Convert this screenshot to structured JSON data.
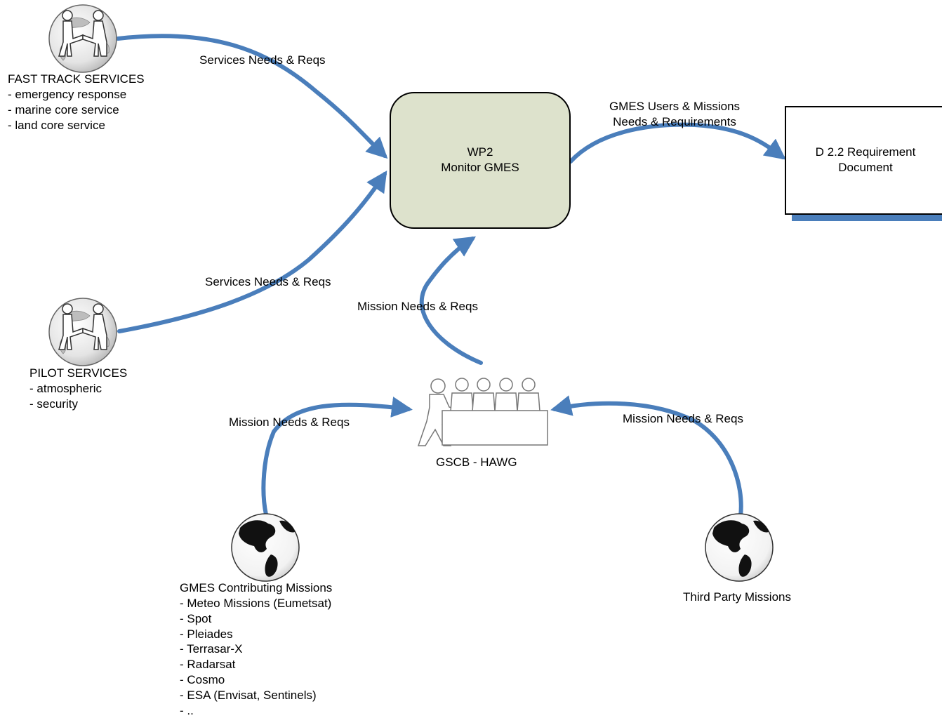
{
  "colors": {
    "arrow": "#4a7ebb",
    "process_fill": "#dde2cc",
    "outline": "#000000"
  },
  "icons": {
    "fast_track": "handshake-globe-icon",
    "pilot": "handshake-globe-icon",
    "gscb": "meeting-table-icon",
    "gmes_missions": "globe-icon",
    "third_party": "globe-icon"
  },
  "fast_track": {
    "title": "FAST TRACK SERVICES",
    "items": [
      "emergency response",
      "marine core service",
      "land core service"
    ]
  },
  "pilot": {
    "title": "PILOT SERVICES",
    "items": [
      "atmospheric",
      "security"
    ]
  },
  "process": {
    "line1": "WP2",
    "line2": "Monitor GMES"
  },
  "document": {
    "line1": "D 2.2 Requirement",
    "line2": "Document"
  },
  "gscb": {
    "label": "GSCB - HAWG"
  },
  "gmes_missions": {
    "title": "GMES Contributing Missions",
    "items": [
      "Meteo Missions (Eumetsat)",
      "Spot",
      "Pleiades",
      "Terrasar-X",
      "Radarsat",
      "Cosmo",
      "ESA (Envisat, Sentinels)",
      ".."
    ]
  },
  "third_party": {
    "label": "Third Party Missions"
  },
  "arrows": {
    "fast_track_to_wp2": "Services Needs & Reqs",
    "pilot_to_wp2": "Services Needs & Reqs",
    "gscb_to_wp2": "Mission Needs & Reqs",
    "wp2_to_doc_line1": "GMES Users & Missions",
    "wp2_to_doc_line2": "Needs & Requirements",
    "gmes_to_gscb": "Mission Needs & Reqs",
    "third_to_gscb": "Mission Needs & Reqs"
  }
}
